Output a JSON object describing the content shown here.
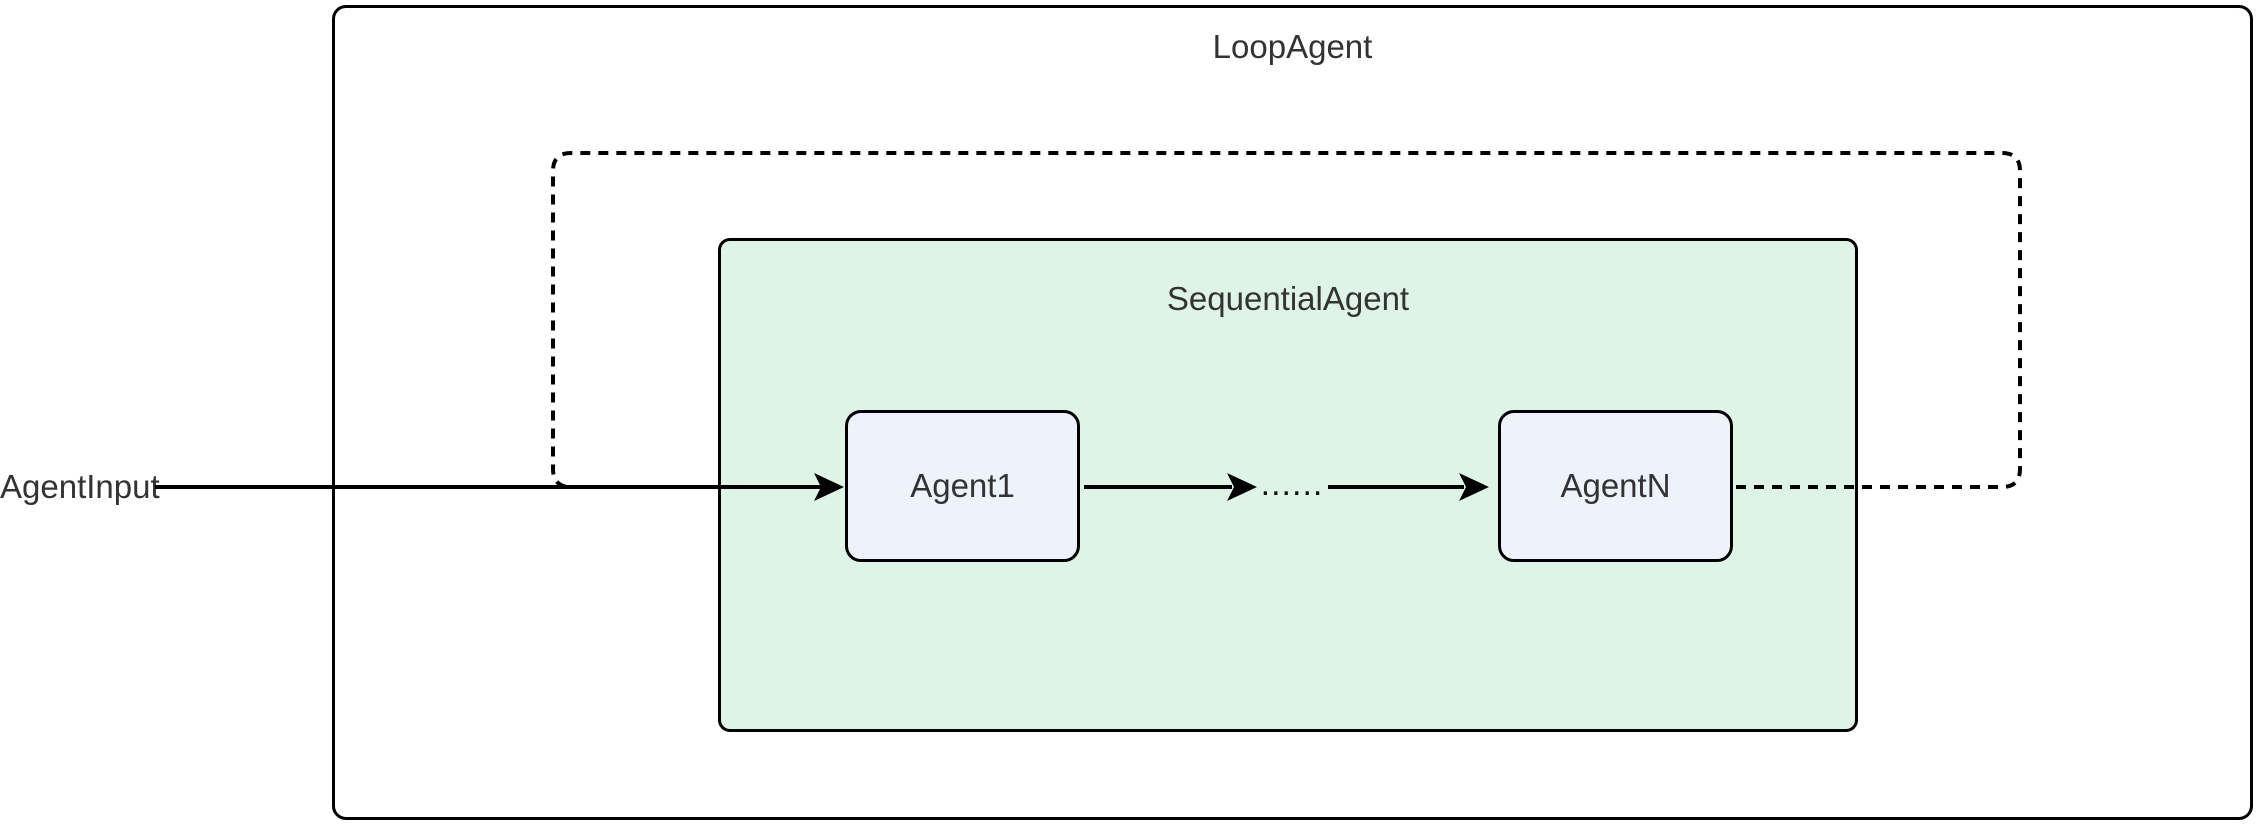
{
  "diagram": {
    "outer": {
      "label": "LoopAgent"
    },
    "inner": {
      "label": "SequentialAgent"
    },
    "input": {
      "label": "AgentInput"
    },
    "nodes": [
      {
        "id": "agent1",
        "label": "Agent1"
      },
      {
        "id": "agentN",
        "label": "AgentN"
      }
    ],
    "edge_ellipsis": "......",
    "edges": [
      {
        "from": "AgentInput",
        "to": "Agent1",
        "style": "solid-arrow"
      },
      {
        "from": "Agent1",
        "to": "......",
        "style": "solid-arrow"
      },
      {
        "from": "......",
        "to": "AgentN",
        "style": "solid-arrow"
      },
      {
        "from": "AgentN",
        "to": "Agent1",
        "style": "dashed-loop"
      }
    ],
    "colors": {
      "inner_fill": "#def4e7",
      "node_fill": "#eef2fb",
      "stroke": "#000000",
      "text": "#333333"
    }
  }
}
